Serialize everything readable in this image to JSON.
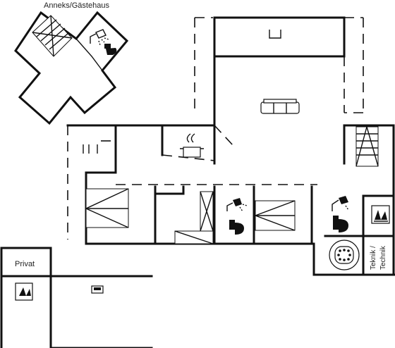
{
  "labels": {
    "annex": "Anneks/Gästehaus",
    "private": "Privat",
    "technical_line1": "Teknik /",
    "technical_line2": "Technik"
  },
  "icons": [
    "shower-icon",
    "toilet-icon",
    "stove-icon",
    "sofa-icon",
    "bed-icon",
    "whirlpool-icon",
    "washing-machine-icon",
    "sauna-icon",
    "tv-icon"
  ],
  "colors": {
    "wall": "#111111",
    "background": "#ffffff"
  }
}
